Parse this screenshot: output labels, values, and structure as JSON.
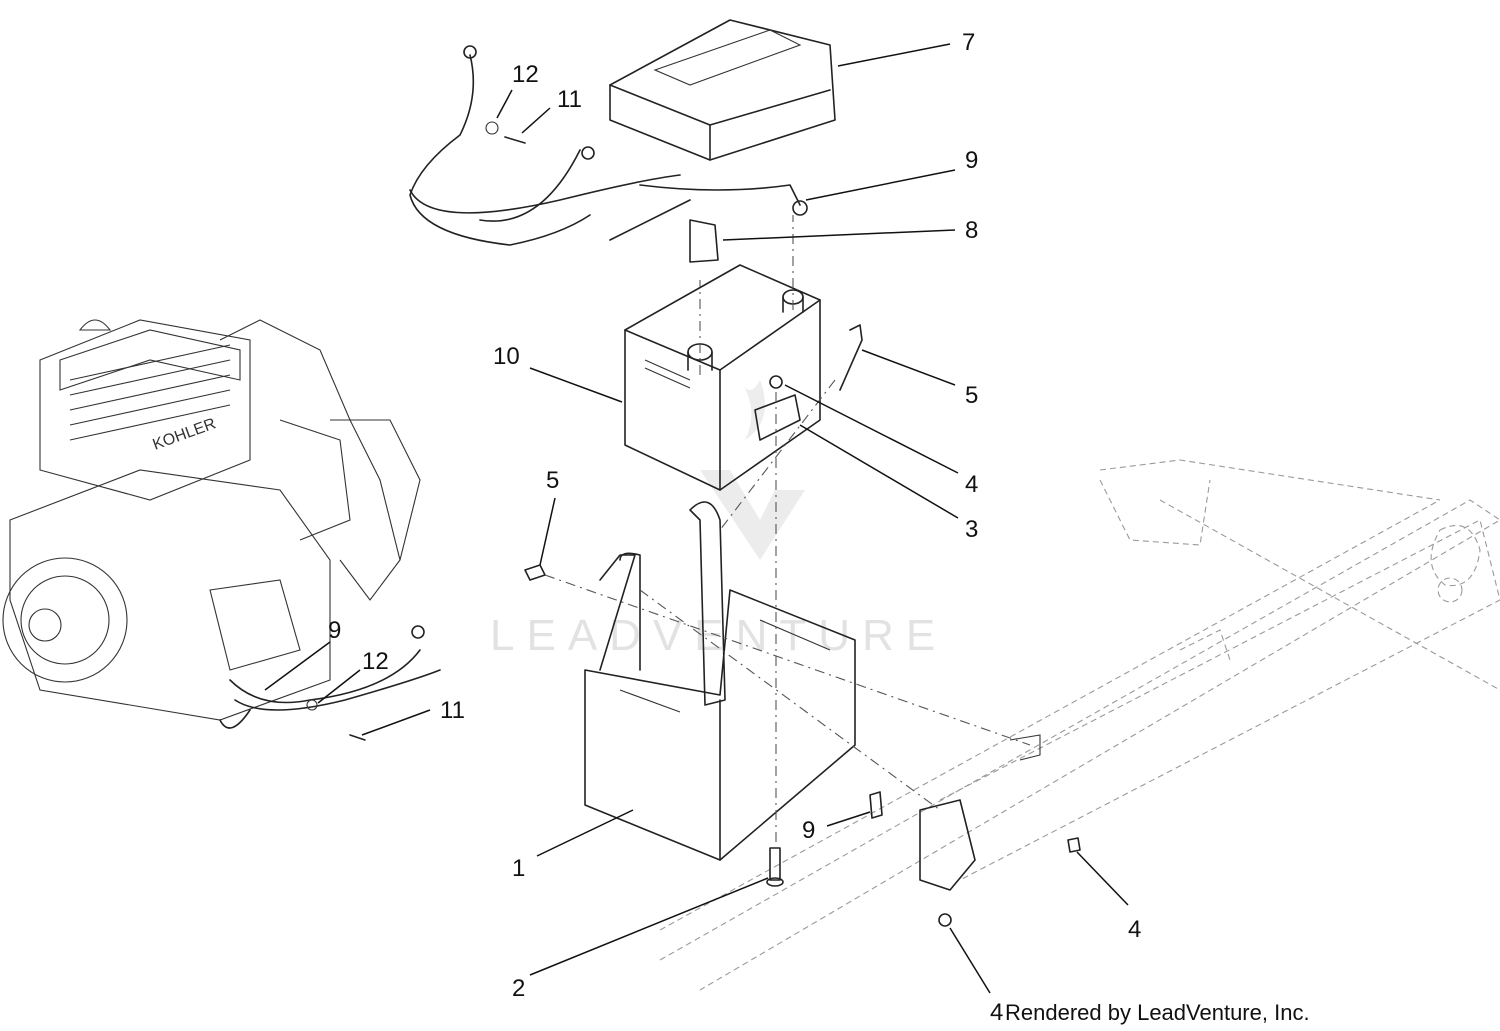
{
  "callouts": [
    {
      "id": "c7",
      "label": "7"
    },
    {
      "id": "c12a",
      "label": "12"
    },
    {
      "id": "c11a",
      "label": "11"
    },
    {
      "id": "c9a",
      "label": "9"
    },
    {
      "id": "c8",
      "label": "8"
    },
    {
      "id": "c10",
      "label": "10"
    },
    {
      "id": "c5a",
      "label": "5"
    },
    {
      "id": "c4a",
      "label": "4"
    },
    {
      "id": "c3",
      "label": "3"
    },
    {
      "id": "c5b",
      "label": "5"
    },
    {
      "id": "c9b",
      "label": "9"
    },
    {
      "id": "c12b",
      "label": "12"
    },
    {
      "id": "c11b",
      "label": "11"
    },
    {
      "id": "c9c",
      "label": "9"
    },
    {
      "id": "c1",
      "label": "1"
    },
    {
      "id": "c2",
      "label": "2"
    },
    {
      "id": "c4b",
      "label": "4"
    },
    {
      "id": "c4c",
      "label": "4"
    }
  ],
  "engine_brand": "KOHLER",
  "watermark": "LEADVENTURE",
  "credit": "Rendered by LeadVenture, Inc."
}
